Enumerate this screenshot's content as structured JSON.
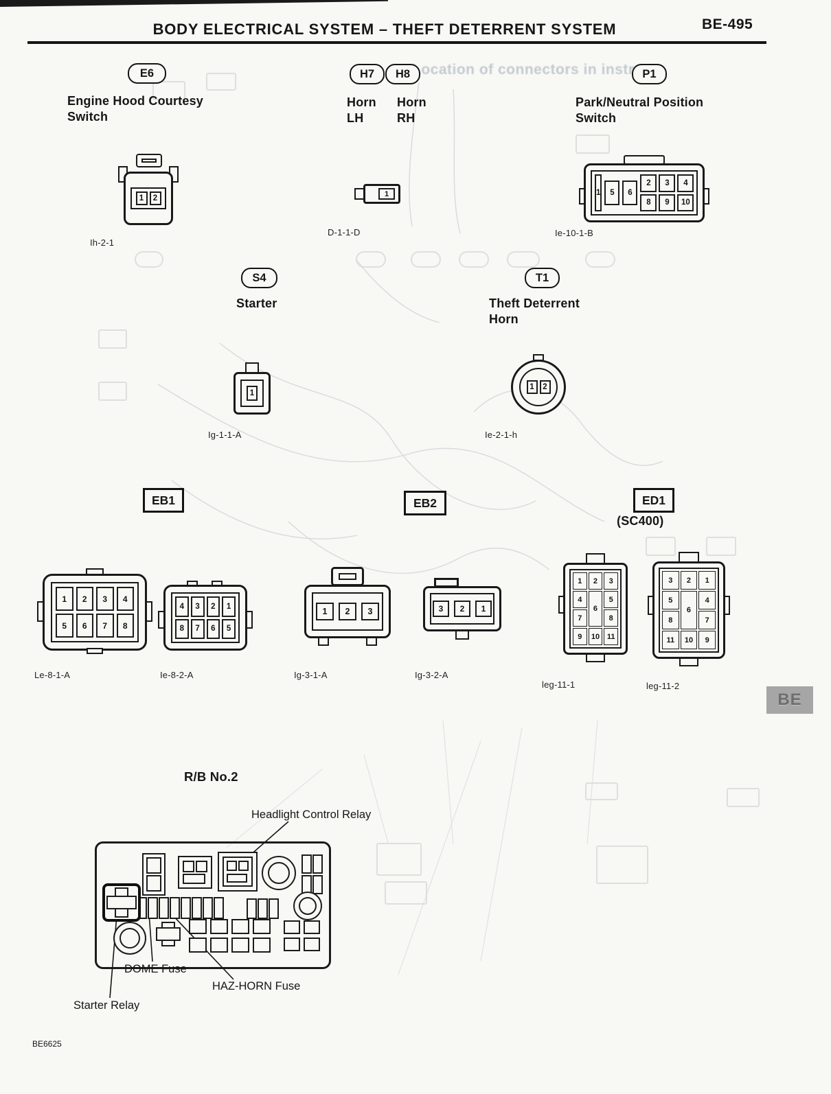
{
  "page": {
    "header_title": "BODY ELECTRICAL SYSTEM – THEFT DETERRENT SYSTEM",
    "page_number": "BE-495",
    "side_tab_label": "BE",
    "figure_code": "BE6625",
    "ghost_text": "Location of connectors in instrume"
  },
  "sections": {
    "e6": {
      "ref": "E6",
      "title": "Engine Hood Courtesy\nSwitch",
      "code": "Ih-2-1",
      "pins": [
        "1",
        "2"
      ]
    },
    "h7": {
      "ref": "H7",
      "title": "Horn\nLH"
    },
    "h8": {
      "ref": "H8",
      "title": "Horn\nRH"
    },
    "horn_connector": {
      "code": "D-1-1-D",
      "pin": "1"
    },
    "p1": {
      "ref": "P1",
      "title": "Park/Neutral Position\nSwitch",
      "code": "Ie-10-1-B",
      "pin_tall": "1",
      "pins_mid": [
        "5",
        "6"
      ],
      "pins_grid": [
        "2",
        "3",
        "4",
        "8",
        "9",
        "10"
      ]
    },
    "s4": {
      "ref": "S4",
      "title": "Starter",
      "code": "Ig-1-1-A",
      "pin": "1"
    },
    "t1": {
      "ref": "T1",
      "title": "Theft Deterrent\nHorn",
      "code": "Ie-2-1-h",
      "pins": [
        "1",
        "2"
      ]
    },
    "eb1": {
      "ref": "EB1"
    },
    "eb2": {
      "ref": "EB2"
    },
    "ed1": {
      "ref": "ED1",
      "variant": "(SC400)"
    },
    "conn_8_1": {
      "code": "Le-8-1-A",
      "pins": [
        "1",
        "2",
        "3",
        "4",
        "5",
        "6",
        "7",
        "8"
      ]
    },
    "conn_8_2": {
      "code": "Ie-8-2-A",
      "pins": [
        "4",
        "3",
        "2",
        "1",
        "8",
        "7",
        "6",
        "5"
      ]
    },
    "conn_3_1": {
      "code": "Ig-3-1-A",
      "pins": [
        "1",
        "2",
        "3"
      ]
    },
    "conn_3_2": {
      "code": "Ig-3-2-A",
      "pins": [
        "3",
        "2",
        "1"
      ]
    },
    "conn_11_1": {
      "code": "leg-11-1",
      "pins": [
        "1",
        "2",
        "3",
        "4",
        "6",
        "5",
        "7",
        "8",
        "9",
        "10",
        "11"
      ]
    },
    "conn_11_2": {
      "code": "leg-11-2",
      "pins": [
        "3",
        "2",
        "1",
        "5",
        "6",
        "4",
        "8",
        "7",
        "11",
        "10",
        "9"
      ]
    }
  },
  "relay_box": {
    "title": "R/B No.2",
    "labels": {
      "headlight": "Headlight Control Relay",
      "dome": "DOME Fuse",
      "haz_horn": "HAZ-HORN Fuse",
      "starter": "Starter Relay"
    }
  }
}
